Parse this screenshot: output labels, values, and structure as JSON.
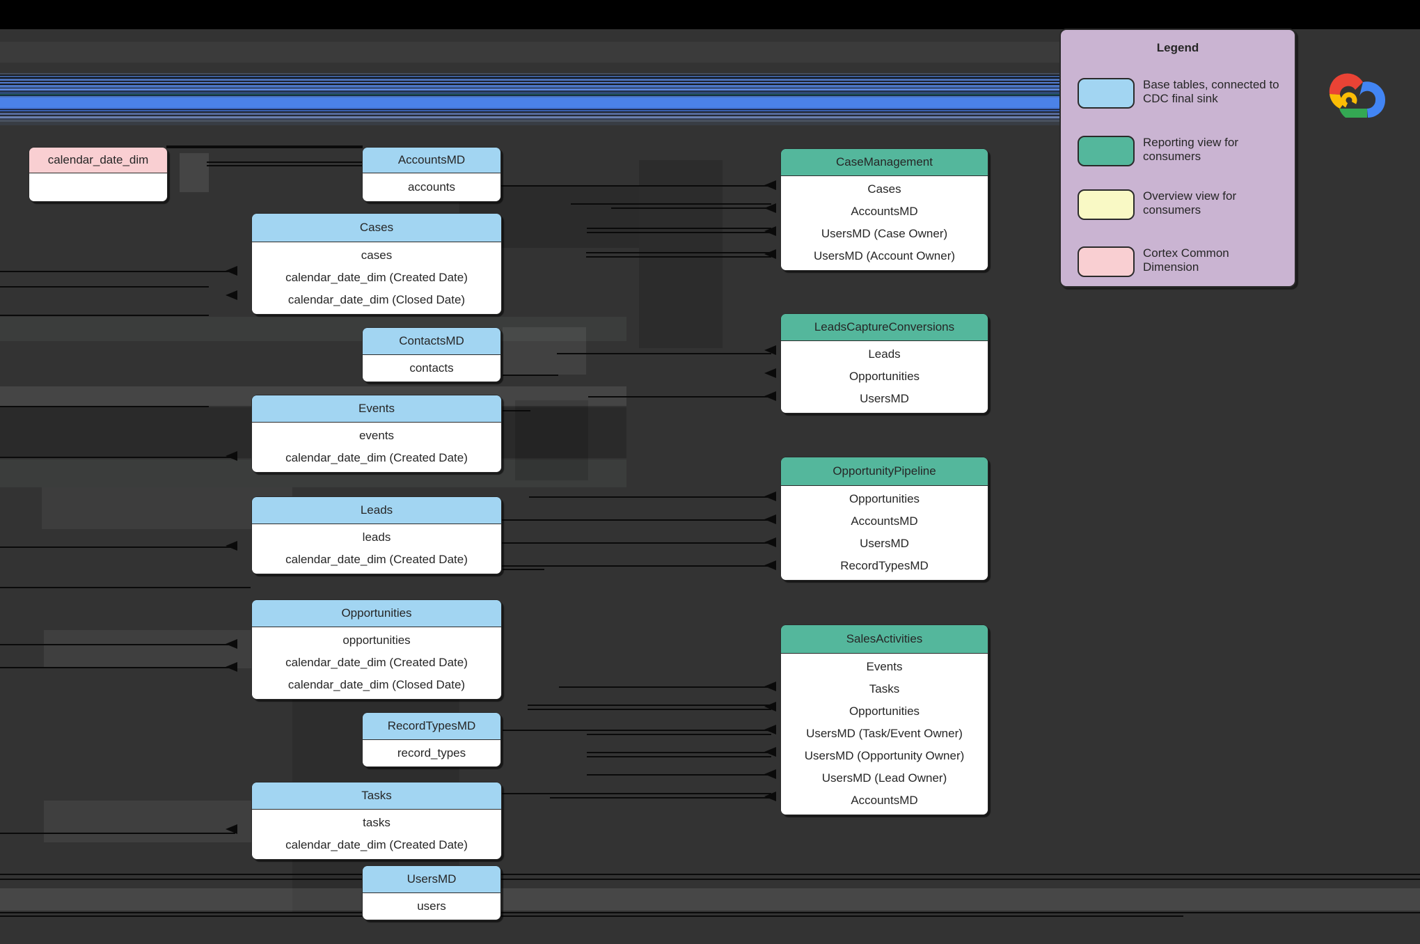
{
  "legend": {
    "title": "Legend",
    "items": [
      {
        "name": "base-table-swatch",
        "color": "#a2d5f2",
        "label": "Base tables, connected to CDC final sink"
      },
      {
        "name": "reporting-view-swatch",
        "color": "#54b79c",
        "label": "Reporting view for consumers"
      },
      {
        "name": "overview-view-swatch",
        "color": "#f9f9c5",
        "label": "Overview view for consumers"
      },
      {
        "name": "common-dimension-swatch",
        "color": "#f9cfd2",
        "label": "Cortex Common Dimension"
      }
    ]
  },
  "entities": [
    {
      "id": "calendar-date-dim",
      "kind": "dimension",
      "label": "calendar_date_dim",
      "rows": [
        ""
      ]
    },
    {
      "id": "accounts-md",
      "kind": "base",
      "label": "AccountsMD",
      "rows": [
        "accounts"
      ]
    },
    {
      "id": "cases",
      "kind": "base",
      "label": "Cases",
      "rows": [
        "cases",
        "calendar_date_dim (Created Date)",
        "calendar_date_dim (Closed Date)"
      ]
    },
    {
      "id": "contacts-md",
      "kind": "base",
      "label": "ContactsMD",
      "rows": [
        "contacts"
      ]
    },
    {
      "id": "events",
      "kind": "base",
      "label": "Events",
      "rows": [
        "events",
        "calendar_date_dim (Created Date)"
      ]
    },
    {
      "id": "leads",
      "kind": "base",
      "label": "Leads",
      "rows": [
        "leads",
        "calendar_date_dim (Created Date)"
      ]
    },
    {
      "id": "opportunities",
      "kind": "base",
      "label": "Opportunities",
      "rows": [
        "opportunities",
        "calendar_date_dim (Created Date)",
        "calendar_date_dim (Closed Date)"
      ]
    },
    {
      "id": "record-types-md",
      "kind": "base",
      "label": "RecordTypesMD",
      "rows": [
        "record_types"
      ]
    },
    {
      "id": "tasks",
      "kind": "base",
      "label": "Tasks",
      "rows": [
        "tasks",
        "calendar_date_dim (Created Date)"
      ]
    },
    {
      "id": "users-md",
      "kind": "base",
      "label": "UsersMD",
      "rows": [
        "users"
      ]
    },
    {
      "id": "case-management",
      "kind": "view",
      "label": "CaseManagement",
      "rows": [
        "Cases",
        "AccountsMD",
        "UsersMD (Case Owner)",
        "UsersMD (Account Owner)"
      ]
    },
    {
      "id": "leads-capture-conversions",
      "kind": "view",
      "label": "LeadsCaptureConversions",
      "rows": [
        "Leads",
        "Opportunities",
        "UsersMD"
      ]
    },
    {
      "id": "opportunity-pipeline",
      "kind": "view",
      "label": "OpportunityPipeline",
      "rows": [
        "Opportunities",
        "AccountsMD",
        "UsersMD",
        "RecordTypesMD"
      ]
    },
    {
      "id": "sales-activities",
      "kind": "view",
      "label": "SalesActivities",
      "rows": [
        "Events",
        "Tasks",
        "Opportunities",
        "UsersMD (Task/Event Owner)",
        "UsersMD (Opportunity Owner)",
        "UsersMD (Lead Owner)",
        "AccountsMD"
      ]
    }
  ],
  "logo": {
    "name": "google-cloud-logo"
  },
  "colors": {
    "background": "#333333",
    "base_table": "#a2d5f2",
    "reporting_view": "#54b79c",
    "overview_view": "#f9f9c5",
    "common_dimension": "#f9cfd2",
    "legend_bg": "#cab4d2",
    "connector": "#0a0a0a",
    "stripe_blue": "#4b82e8",
    "logo_red": "#EA4335",
    "logo_blue": "#4285F4",
    "logo_yellow": "#FBBC05",
    "logo_green": "#34A853"
  }
}
